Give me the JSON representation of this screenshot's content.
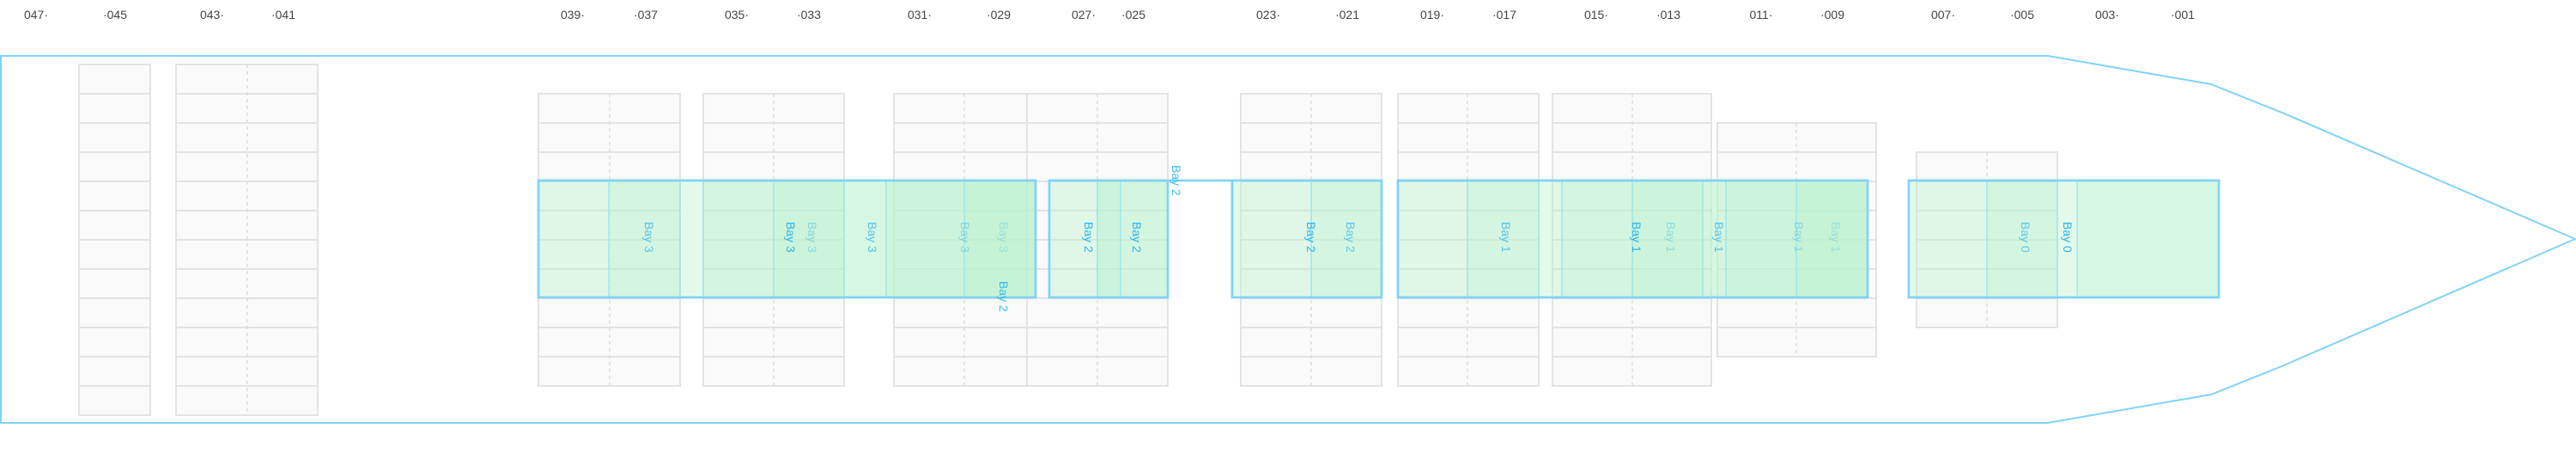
{
  "stations": [
    "047·",
    "·045",
    "043·",
    "·041",
    "039·",
    "·037",
    "035·",
    "·033",
    "031·",
    "·029",
    "027·",
    "·025",
    "023·",
    "·021",
    "019·",
    "·017",
    "015·",
    "·013",
    "011·",
    "·009",
    "007·",
    "·005",
    "003·",
    "·001"
  ],
  "bay_labels": [
    "Bay 3",
    "Bay 3",
    "Bay 3",
    "Bay 3",
    "Bay 3",
    "Bay 3",
    "Bay 2",
    "Bay 2",
    "Bay 2",
    "Bay 2",
    "Bay 2",
    "Bay 2",
    "Bay 1",
    "Bay 1",
    "Bay 1",
    "Bay 1",
    "Bay 1",
    "Bay 1",
    "Bay 0",
    "Bay 0"
  ],
  "colors": {
    "hull": "#7fd3f7",
    "bay_outline": "#7fd3f7",
    "bay_fill": "#b9f2cc",
    "slot_fill": "#fafafa",
    "slot_stroke": "#e3e3e3",
    "label": "#2ab4f0",
    "station_text": "#444444"
  }
}
